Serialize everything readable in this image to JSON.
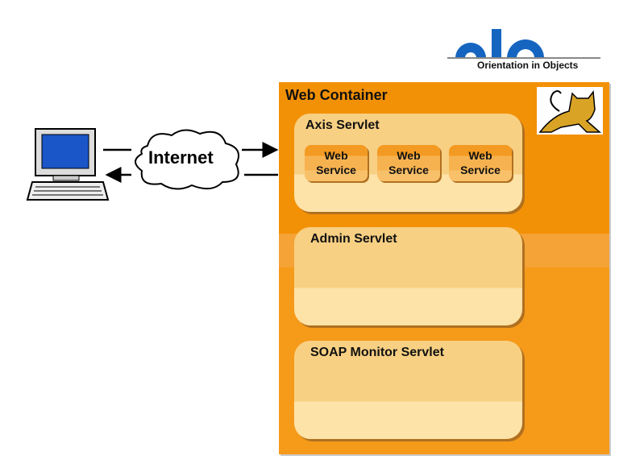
{
  "logo": {
    "text": "Orientation in Objects",
    "color": "#1565c0"
  },
  "network": {
    "label": "Internet"
  },
  "container": {
    "title": "Web Container",
    "servlets": [
      {
        "title": "Axis Servlet",
        "services": [
          "Web\nService",
          "Web\nService",
          "Web\nService"
        ]
      },
      {
        "title": "Admin Servlet"
      },
      {
        "title": "SOAP Monitor Servlet"
      }
    ]
  },
  "colors": {
    "container": "#f39106",
    "servlet": "#f8d083"
  }
}
